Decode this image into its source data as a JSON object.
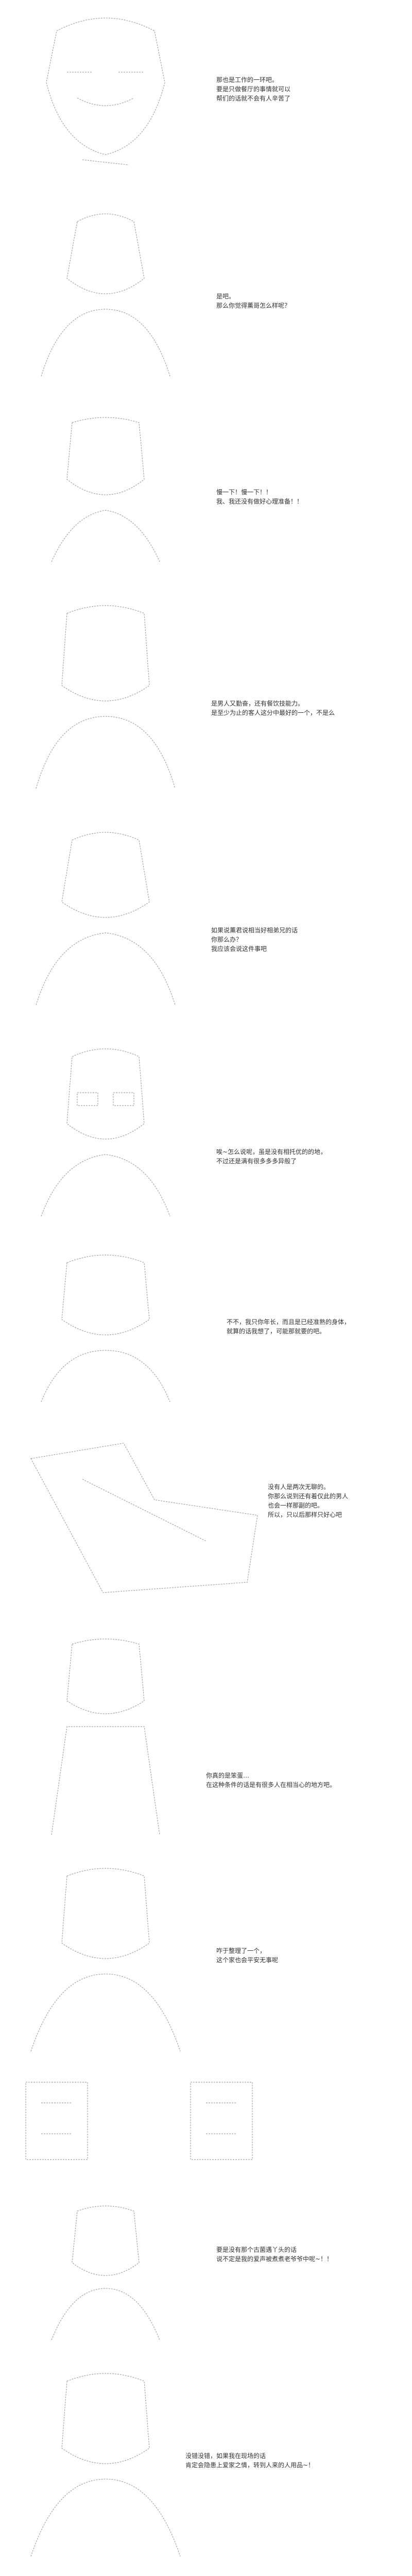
{
  "colors": {
    "background": "#ffffff",
    "ink": "#333333",
    "art": "#9a9a9a"
  },
  "panels": [
    {
      "art": "character-head-ascii",
      "lines": [
        "那也是工作的一环吧。",
        "要是只做餐厅的事情就可以",
        "帮们的话就不会有人辛苦了"
      ]
    },
    {
      "art": "character-bust-ascii",
      "lines": [
        "是吧。",
        "那么你觉得薰哥怎么样呢？"
      ]
    },
    {
      "art": "character-surprised-ascii",
      "lines": [
        "慢一下！慢一下！！",
        "我、我还没有做好心理准备！！"
      ]
    },
    {
      "art": "character-front-ascii",
      "lines": [
        "是男人又勤奋，还有餐饮技能力。",
        "是至少为止的客人这分中最好的一个，不是么"
      ]
    },
    {
      "art": "character-bust-ascii",
      "lines": [
        "如果说薰君说相当好相弟兄的话",
        "你那么办？",
        "我应该会说这件事吧"
      ]
    },
    {
      "art": "character-glasses-ascii",
      "lines": [
        "唉~怎么说呢，虽是没有相托优的的地，",
        "不过还是满有很多多多异般了"
      ]
    },
    {
      "art": "character-smile-ascii",
      "lines": [
        "不不，我只你年长，而且是已经准熟的身体，",
        "就算的话我想了，可能那就要的吧。"
      ]
    },
    {
      "art": "character-action-ascii",
      "lines": [
        "没有人是两次无聊的。",
        "你那么说到还有着仅此的男人",
        "也会一样那副的吧。",
        "所以，只以后那样只好心吧"
      ]
    },
    {
      "art": "character-tall-ascii",
      "lines": [
        "你真的是笨蛋…",
        "在这种条件的话是有很多人在相当心的地方吧。"
      ]
    },
    {
      "art": "character-laughing-ascii",
      "lines": [
        "咋于整理了一个，",
        "这个家也会平安无事呢"
      ]
    },
    {
      "art": "scenery-ascii",
      "lines": []
    },
    {
      "art": "character-small-ascii",
      "lines": [
        "要是没有那个古菌遇丫头的话",
        "说不定是我的爱声被煮煮老爷爷中呢~！！"
      ]
    },
    {
      "art": "character-bottom-ascii",
      "lines": [
        "没错没错，如果我在现场的话",
        "肯定会隐患上爱家之情，转到人来的人用品~！"
      ]
    }
  ]
}
